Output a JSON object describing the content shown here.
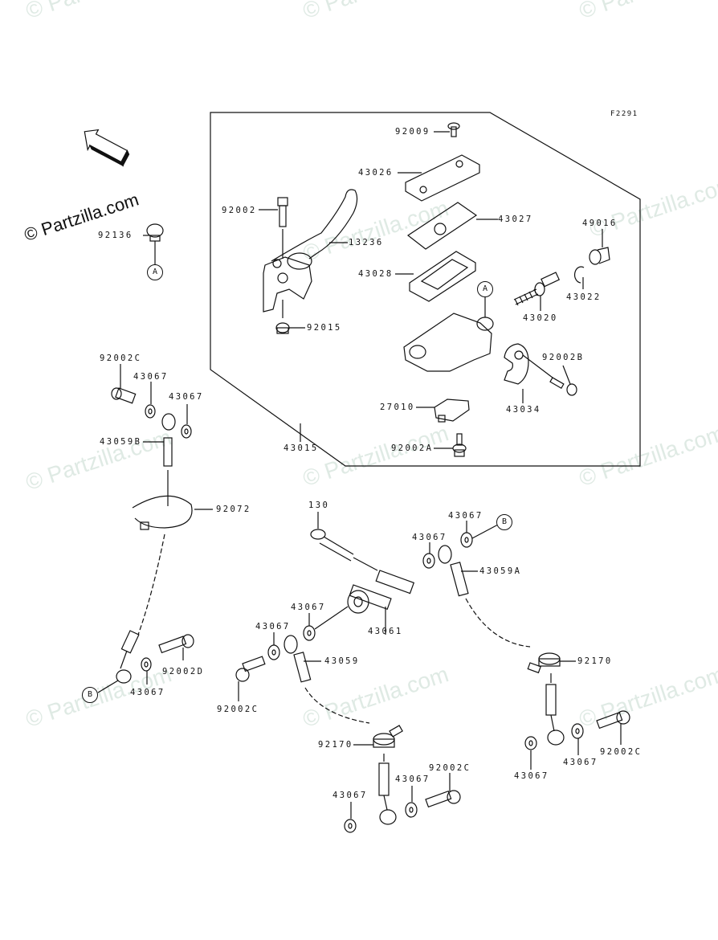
{
  "diagram": {
    "title": "Front Master Cylinder",
    "figure_id": "F2291",
    "front_indicator": "FRONT",
    "watermark": "© Partzilla.com",
    "callouts": [
      "A",
      "B"
    ],
    "assembly_label": "43015",
    "parts": [
      {
        "id": "p-92009",
        "number": "92009",
        "desc": "screw"
      },
      {
        "id": "p-43026",
        "number": "43026",
        "desc": "reservoir cap"
      },
      {
        "id": "p-43027",
        "number": "43027",
        "desc": "plate"
      },
      {
        "id": "p-43028",
        "number": "43028",
        "desc": "diaphragm"
      },
      {
        "id": "p-92002",
        "number": "92002",
        "desc": "lever pivot bolt"
      },
      {
        "id": "p-13236",
        "number": "13236",
        "desc": "brake lever"
      },
      {
        "id": "p-92015",
        "number": "92015",
        "desc": "nut"
      },
      {
        "id": "p-49016",
        "number": "49016",
        "desc": "dust boot"
      },
      {
        "id": "p-43022",
        "number": "43022",
        "desc": "circlip"
      },
      {
        "id": "p-43020",
        "number": "43020",
        "desc": "piston set"
      },
      {
        "id": "p-92002B",
        "number": "92002B",
        "desc": "clamp bolt"
      },
      {
        "id": "p-43034",
        "number": "43034",
        "desc": "clamp"
      },
      {
        "id": "p-27010",
        "number": "27010",
        "desc": "brake switch"
      },
      {
        "id": "p-92002A",
        "number": "92002A",
        "desc": "switch screw"
      },
      {
        "id": "p-43015",
        "number": "43015",
        "desc": "master cylinder assembly"
      },
      {
        "id": "p-92136",
        "number": "92136",
        "desc": "bleeder plug"
      },
      {
        "id": "p-92002C-a",
        "number": "92002C",
        "desc": "banjo bolt"
      },
      {
        "id": "p-43067-a",
        "number": "43067",
        "desc": "washer"
      },
      {
        "id": "p-43067-b",
        "number": "43067",
        "desc": "washer"
      },
      {
        "id": "p-43059B",
        "number": "43059B",
        "desc": "brake hose"
      },
      {
        "id": "p-92072",
        "number": "92072",
        "desc": "band"
      },
      {
        "id": "p-92002D",
        "number": "92002D",
        "desc": "banjo bolt"
      },
      {
        "id": "p-43067-c",
        "number": "43067",
        "desc": "washer"
      },
      {
        "id": "p-130",
        "number": "130",
        "desc": "flanged bolt"
      },
      {
        "id": "p-43067-d",
        "number": "43067",
        "desc": "washer"
      },
      {
        "id": "p-43067-e",
        "number": "43067",
        "desc": "washer"
      },
      {
        "id": "p-43059A",
        "number": "43059A",
        "desc": "brake hose"
      },
      {
        "id": "p-43067-f",
        "number": "43067",
        "desc": "washer"
      },
      {
        "id": "p-43061",
        "number": "43061",
        "desc": "hose joint"
      },
      {
        "id": "p-43067-g",
        "number": "43067",
        "desc": "washer"
      },
      {
        "id": "p-43059",
        "number": "43059",
        "desc": "brake hose"
      },
      {
        "id": "p-92002C-b",
        "number": "92002C",
        "desc": "banjo bolt"
      },
      {
        "id": "p-92170-a",
        "number": "92170",
        "desc": "clamp"
      },
      {
        "id": "p-92170-b",
        "number": "92170",
        "desc": "clamp"
      },
      {
        "id": "p-43067-h",
        "number": "43067",
        "desc": "washer"
      },
      {
        "id": "p-43067-i",
        "number": "43067",
        "desc": "washer"
      },
      {
        "id": "p-92002C-c",
        "number": "92002C",
        "desc": "banjo bolt"
      },
      {
        "id": "p-43067-j",
        "number": "43067",
        "desc": "washer"
      },
      {
        "id": "p-43067-k",
        "number": "43067",
        "desc": "washer"
      },
      {
        "id": "p-92002C-d",
        "number": "92002C",
        "desc": "banjo bolt"
      }
    ]
  }
}
